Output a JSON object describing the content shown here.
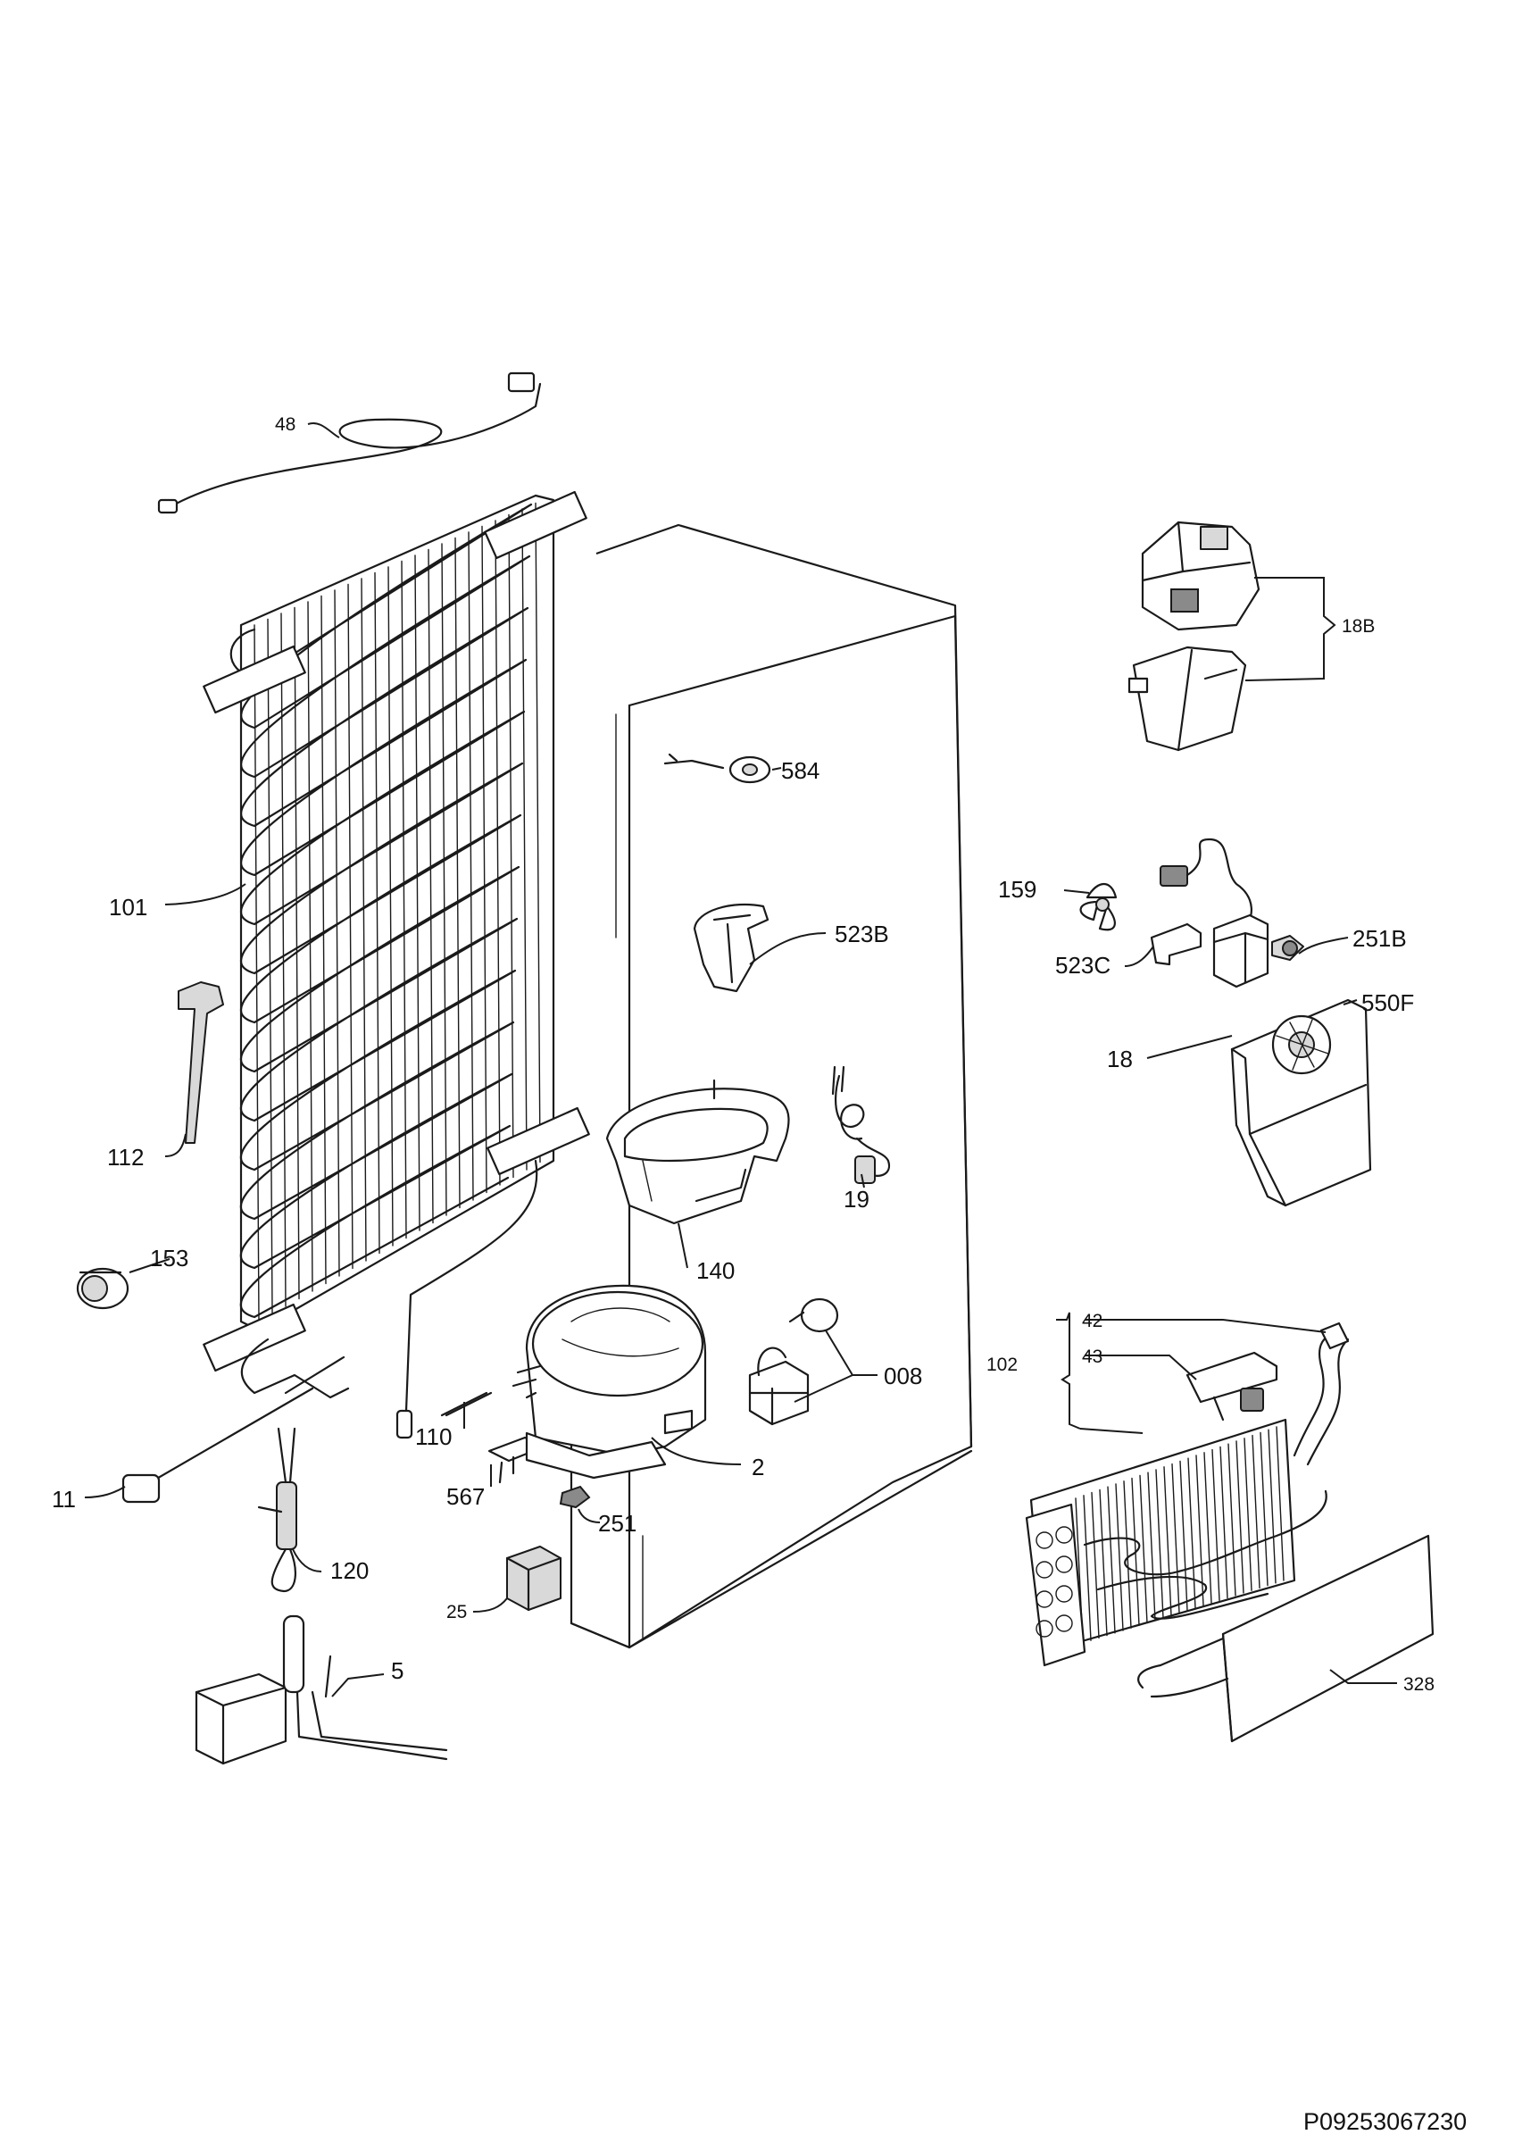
{
  "diagram": {
    "callouts": {
      "p48": "48",
      "p101": "101",
      "p112": "112",
      "p153": "153",
      "p11": "11",
      "p120": "120",
      "p5": "5",
      "p25": "25",
      "p110": "110",
      "p567": "567",
      "p251": "251",
      "p2": "2",
      "p008": "008",
      "p140": "140",
      "p19": "19",
      "p523B": "523B",
      "p584": "584",
      "p18B": "18B",
      "p159": "159",
      "p523C": "523C",
      "p251B": "251B",
      "p18": "18",
      "p550F": "550F",
      "p102": "102",
      "p42": "42",
      "p43": "43",
      "p328": "328"
    },
    "drawing_code": "P09253067230"
  }
}
